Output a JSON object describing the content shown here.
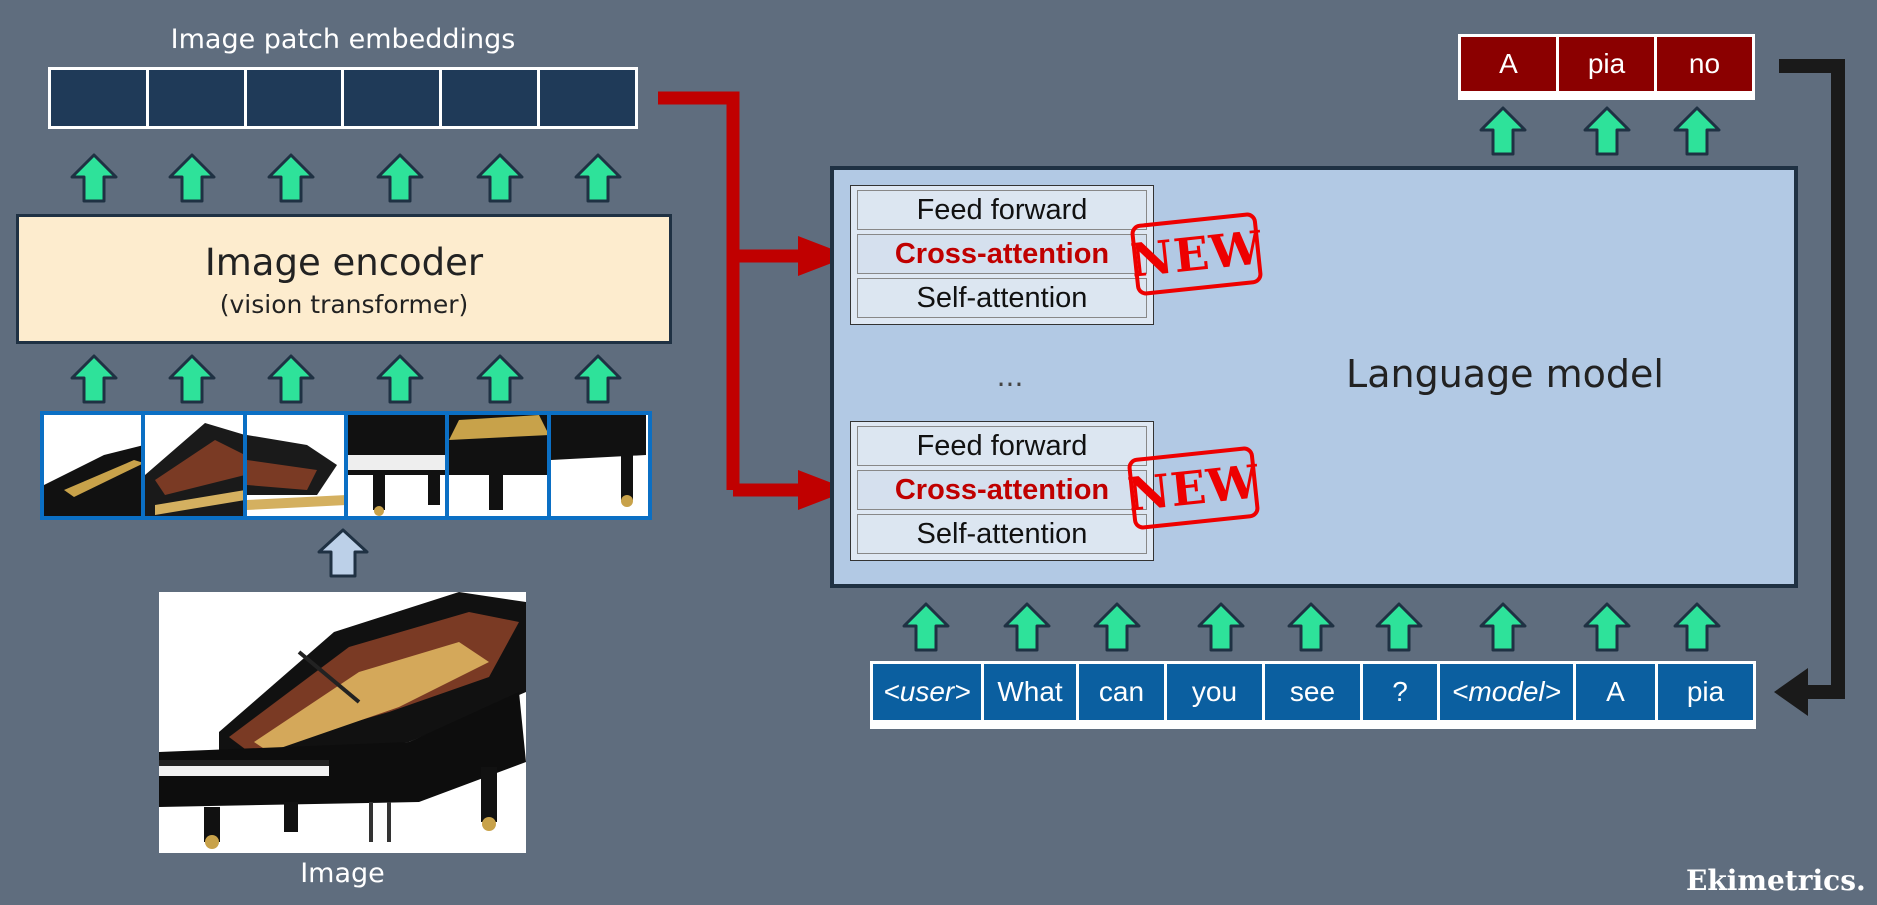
{
  "embeddings": {
    "title": "Image patch embeddings",
    "count": 6
  },
  "encoder": {
    "title": "Image encoder",
    "subtitle": "(vision transformer)"
  },
  "image": {
    "caption": "Image"
  },
  "language_model": {
    "title": "Language model",
    "ellipsis": "...",
    "blocks": [
      {
        "layers": [
          "Feed forward",
          "Cross-attention",
          "Self-attention"
        ],
        "stamp": "NEW"
      },
      {
        "layers": [
          "Feed forward",
          "Cross-attention",
          "Self-attention"
        ],
        "stamp": "NEW"
      }
    ]
  },
  "output_tokens": [
    "A",
    "pia",
    "no"
  ],
  "input_tokens": [
    "<user>",
    "What",
    "can",
    "you",
    "see",
    "?",
    "<model>",
    "A",
    "pia"
  ],
  "brand": "Ekimetrics.",
  "colors": {
    "background": "#5f6d7e",
    "arrow_green": "#2ee29a",
    "arrow_red": "#c00000",
    "output_token": "#8b0000",
    "input_token": "#0b5fa0",
    "lm_box": "#b2c9e4",
    "encoder_box": "#fdecce"
  },
  "icons": [
    "piano-image"
  ]
}
